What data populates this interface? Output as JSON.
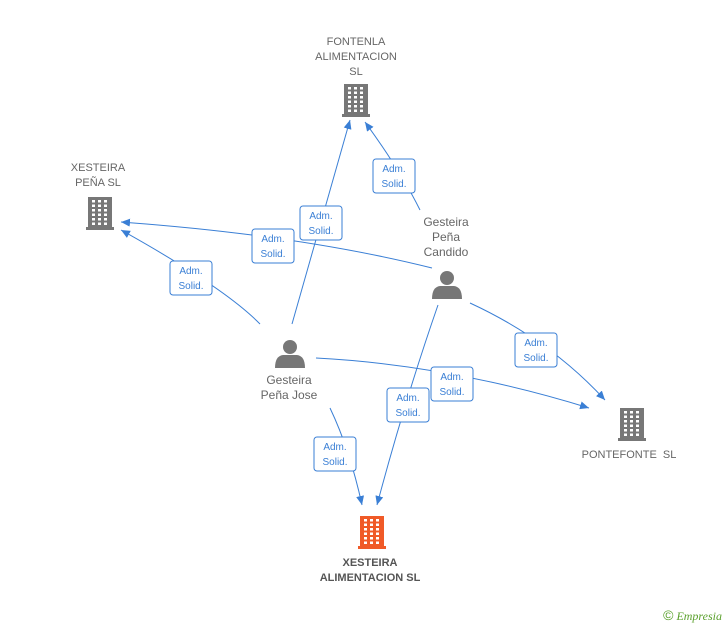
{
  "companies": {
    "fontenla": {
      "lines": [
        "FONTENLA",
        "ALIMENTACION",
        "SL"
      ],
      "color": "#777777"
    },
    "xesteira_pena": {
      "lines": [
        "XESTEIRA",
        "PEÑA SL"
      ],
      "color": "#777777"
    },
    "pontefonte": {
      "lines": [
        "PONTEFONTE  SL"
      ],
      "color": "#777777"
    },
    "xesteira_alimentacion": {
      "lines": [
        "XESTEIRA",
        "ALIMENTACION SL"
      ],
      "color": "#f05a28"
    }
  },
  "persons": {
    "candido": {
      "lines": [
        "Gesteira",
        "Peña",
        "Candido"
      ],
      "color": "#777777"
    },
    "jose": {
      "lines": [
        "Gesteira",
        "Peña Jose"
      ],
      "color": "#777777"
    }
  },
  "badge": {
    "line1": "Adm.",
    "line2": "Solid."
  },
  "edge_color": "#3a7fd5",
  "footer": {
    "copyright_symbol": "©",
    "brand": "Empresia"
  }
}
